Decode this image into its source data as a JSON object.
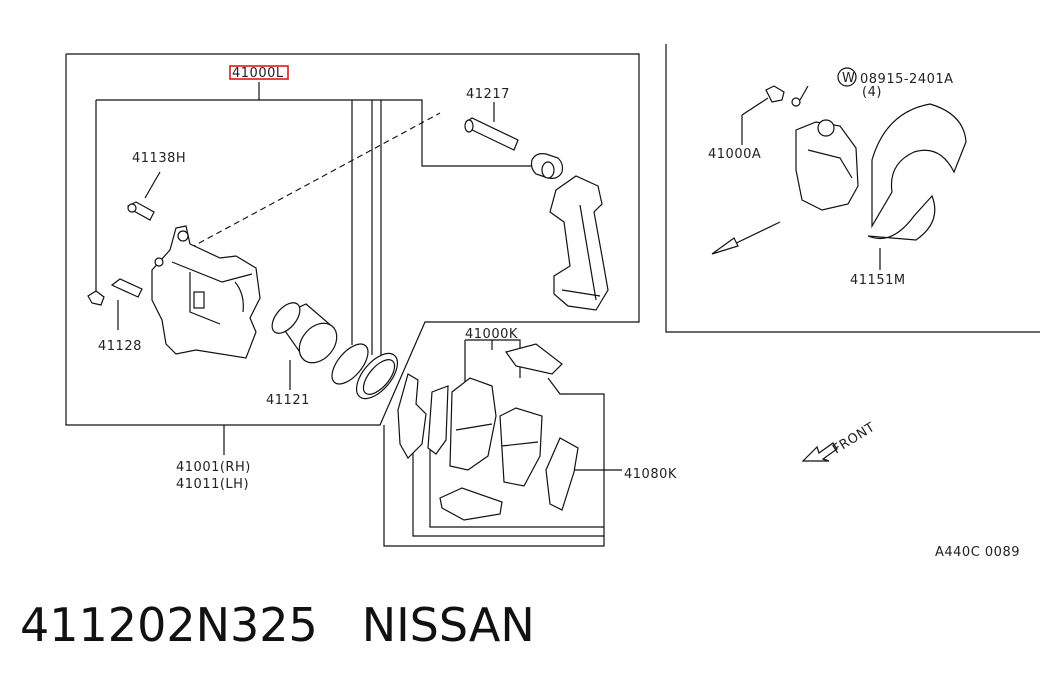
{
  "labels": {
    "assembly_highlight": "41000L",
    "guide_pin": "41217",
    "bleeder_bolt": "41138H",
    "bolt_41128": "41128",
    "piston": "41121",
    "pad_kit": "41000K",
    "shim_kit": "41080K",
    "caliper_rh": "41001(RH)",
    "caliper_lh": "41011(LH)",
    "washer_marker": "W",
    "washer_part": "08915-2401A",
    "washer_qty": "(4)",
    "caliper_right": "41000A",
    "baffle_plate": "41151M",
    "front": "FRONT",
    "diagram_code": "A440C 0089"
  },
  "caption": {
    "part_number": "411202N325",
    "brand": "NISSAN"
  },
  "colors": {
    "highlight": "#e01818",
    "line": "#111111"
  }
}
